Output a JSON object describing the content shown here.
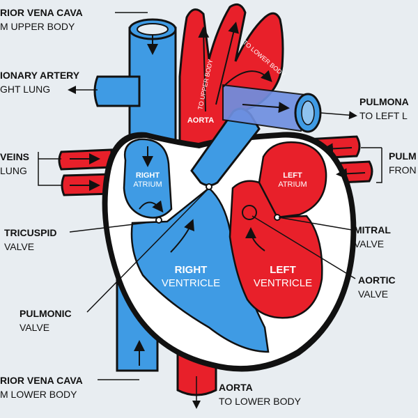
{
  "labels": {
    "svc": {
      "title": "RIOR VENA CAVA",
      "sub": "M UPPER BODY"
    },
    "pa": {
      "title": "IONARY ARTERY",
      "sub": "GHT LUNG"
    },
    "veins": {
      "title": "VEINS",
      "sub": "LUNG"
    },
    "tricuspid": {
      "title": "TRICUSPID",
      "sub": "VALVE"
    },
    "pulmonic": {
      "title": "PULMONIC",
      "sub": "VALVE"
    },
    "ivc": {
      "title": "RIOR VENA CAVA",
      "sub": "M LOWER BODY"
    },
    "aorta_lower": {
      "title": "AORTA",
      "sub": "TO LOWER BODY"
    },
    "pulm_left": {
      "title": "PULMONA",
      "sub": "TO LEFT L"
    },
    "pulm_from": {
      "title": "PULM",
      "sub": "FRON"
    },
    "mitral": {
      "title": "MITRAL",
      "sub": "VALVE"
    },
    "aortic": {
      "title": "AORTIC",
      "sub": "VALVE"
    }
  },
  "inner": {
    "right_atrium": [
      "RIGHT",
      "ATRIUM"
    ],
    "left_atrium": [
      "LEFT",
      "ATRIUM"
    ],
    "right_ventricle": [
      "RIGHT",
      "VENTRICLE"
    ],
    "left_ventricle": [
      "LEFT",
      "VENTRICLE"
    ],
    "aorta": "AORTA",
    "to_upper_body": "TO UPPER BODY",
    "to_lower_body": "TO LOWER BODY"
  },
  "colors": {
    "blood_oxygen_poor": "#3f9be4",
    "blood_oxygen_rich": "#e8202a",
    "outline": "#111111",
    "background": "#e8edf1"
  }
}
